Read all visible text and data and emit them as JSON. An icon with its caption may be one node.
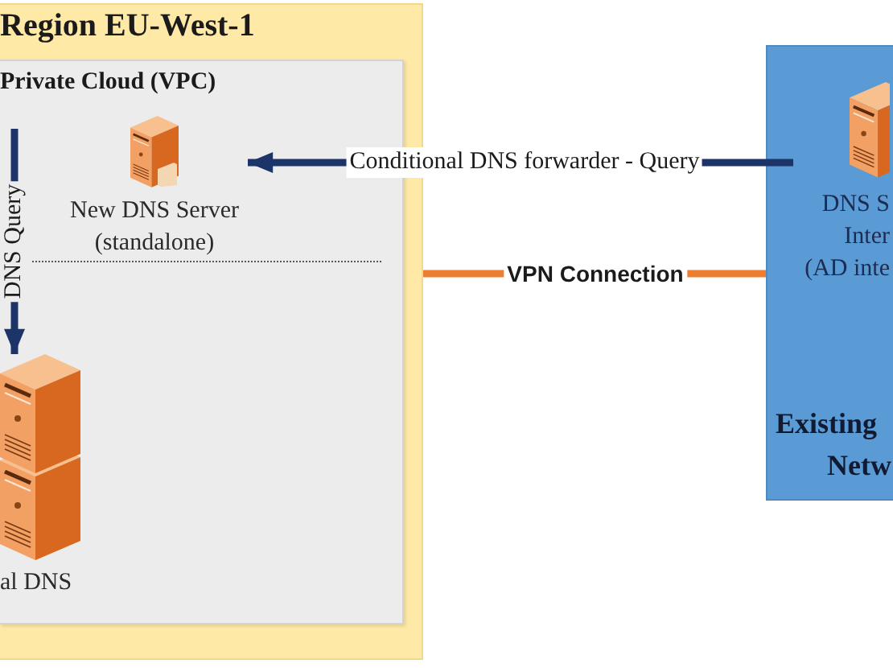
{
  "diagram": {
    "nodes": [
      {
        "text": [
          "Region EU-West-1"
        ]
      },
      {
        "text": [
          "Private Cloud (VPC)"
        ],
        "in": 0
      },
      {
        "text": [
          "New DNS Server (standalone)"
        ],
        "in": 1
      },
      {
        "text": [
          "al DNS"
        ],
        "in": 1
      },
      {
        "text": [
          "Existing",
          "Netw"
        ]
      },
      {
        "text": [
          "DNS S",
          "Inter",
          "(AD inte"
        ],
        "in": 4
      }
    ],
    "edges": [
      {
        "from": 5,
        "to": 2,
        "arrow": "to",
        "label": "Conditional DNS forwarder - Query"
      },
      {
        "from": 0,
        "to": 4,
        "arrow": "none",
        "label": "VPN Connection",
        "color": "#ed7d31"
      },
      {
        "from": null,
        "to": 3,
        "arrow": "to",
        "label": "DNS Query"
      }
    ]
  }
}
